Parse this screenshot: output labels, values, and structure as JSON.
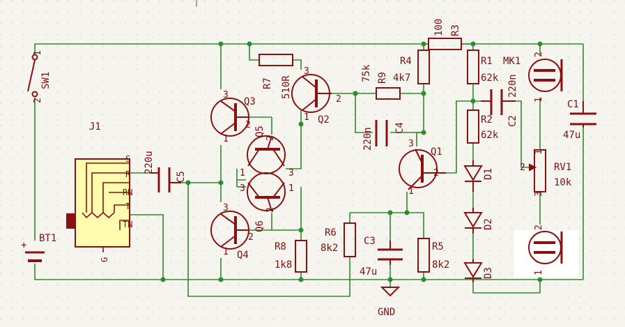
{
  "colors": {
    "background": "#f5f4ef",
    "grid": "#c8c8c0",
    "wire": "#2e8b2e",
    "junction": "#2e8b2e",
    "component": "#8b1010",
    "label": "#7a1010",
    "jack_fill": "#fffcb0",
    "jack_border": "#8b1010",
    "jack_pad": "#8b1010",
    "reference_blue": "#1a1a80"
  },
  "components": {
    "sw1": {
      "ref": "SW1",
      "pin1": "1",
      "pin2": "2"
    },
    "bt1": {
      "ref": "BT1",
      "plus": "+"
    },
    "j1": {
      "ref": "J1",
      "pins": [
        "S",
        "R",
        "RN",
        "T",
        "TN",
        "G"
      ]
    },
    "c5": {
      "ref": "C5",
      "value": "220u"
    },
    "q3": {
      "ref": "Q3",
      "p1": "1",
      "p2": "2",
      "p3": "3"
    },
    "q4": {
      "ref": "Q4",
      "p1": "1",
      "p2": "2",
      "p3": "3"
    },
    "q5": {
      "ref": "Q5",
      "p1": "1",
      "p2": "2",
      "p3": "3"
    },
    "q6": {
      "ref": "Q6",
      "p1": "1",
      "p2": "2",
      "p3": "3"
    },
    "r7": {
      "ref": "R7",
      "value": "510R"
    },
    "q2": {
      "ref": "Q2",
      "p1": "1",
      "p2": "2",
      "p3": "3"
    },
    "r8": {
      "ref": "R8",
      "value": "1k8"
    },
    "r9": {
      "ref": "R9",
      "value": "75k"
    },
    "c4": {
      "ref": "C4",
      "value": "220n"
    },
    "q1": {
      "ref": "Q1",
      "p1": "1",
      "p2": "2",
      "p3": "3"
    },
    "r6": {
      "ref": "R6",
      "value": "8k2"
    },
    "c3": {
      "ref": "C3",
      "value": "47u"
    },
    "r5": {
      "ref": "R5",
      "value": "8k2"
    },
    "r4": {
      "ref": "R4",
      "value": "4k7"
    },
    "r3": {
      "ref": "R3",
      "value": "100"
    },
    "r1": {
      "ref": "R1",
      "value": "62k"
    },
    "r2": {
      "ref": "R2",
      "value": "62k"
    },
    "c2": {
      "ref": "C2",
      "value": "220n"
    },
    "d1": {
      "ref": "D1"
    },
    "d2": {
      "ref": "D2"
    },
    "d3": {
      "ref": "D3"
    },
    "mk1": {
      "ref": "MK1",
      "p1": "1",
      "p2": "2"
    },
    "mk2": {
      "p1": "1",
      "p2": "2"
    },
    "rv1": {
      "ref": "RV1",
      "value": "10k",
      "p1": "1",
      "p2": "2",
      "p3": "3"
    },
    "c1": {
      "ref": "C1",
      "value": "47u"
    },
    "gnd": {
      "label": "GND"
    }
  }
}
